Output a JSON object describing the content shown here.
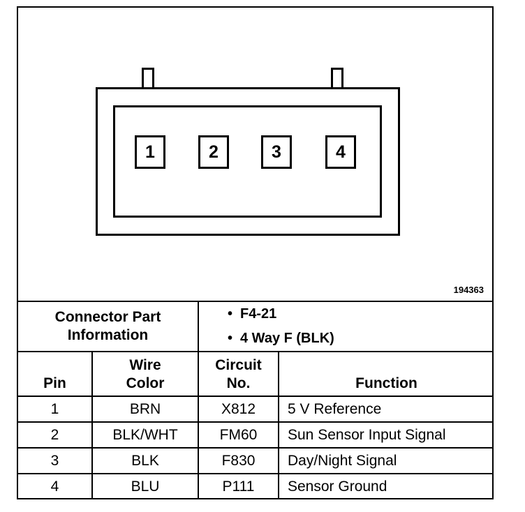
{
  "figure_number": "194363",
  "connector": {
    "pins": [
      "1",
      "2",
      "3",
      "4"
    ]
  },
  "part_info": {
    "label_line1": "Connector Part",
    "label_line2": "Information",
    "items": [
      "F4-21",
      "4 Way F (BLK)"
    ]
  },
  "table": {
    "headers": {
      "pin": "Pin",
      "wire_color_line1": "Wire",
      "wire_color_line2": "Color",
      "circuit_line1": "Circuit",
      "circuit_line2": "No.",
      "function": "Function"
    },
    "rows": [
      {
        "pin": "1",
        "wire_color": "BRN",
        "circuit": "X812",
        "function": "5 V Reference"
      },
      {
        "pin": "2",
        "wire_color": "BLK/WHT",
        "circuit": "FM60",
        "function": "Sun Sensor Input Signal"
      },
      {
        "pin": "3",
        "wire_color": "BLK",
        "circuit": "F830",
        "function": "Day/Night Signal"
      },
      {
        "pin": "4",
        "wire_color": "BLU",
        "circuit": "P111",
        "function": "Sensor Ground"
      }
    ]
  }
}
